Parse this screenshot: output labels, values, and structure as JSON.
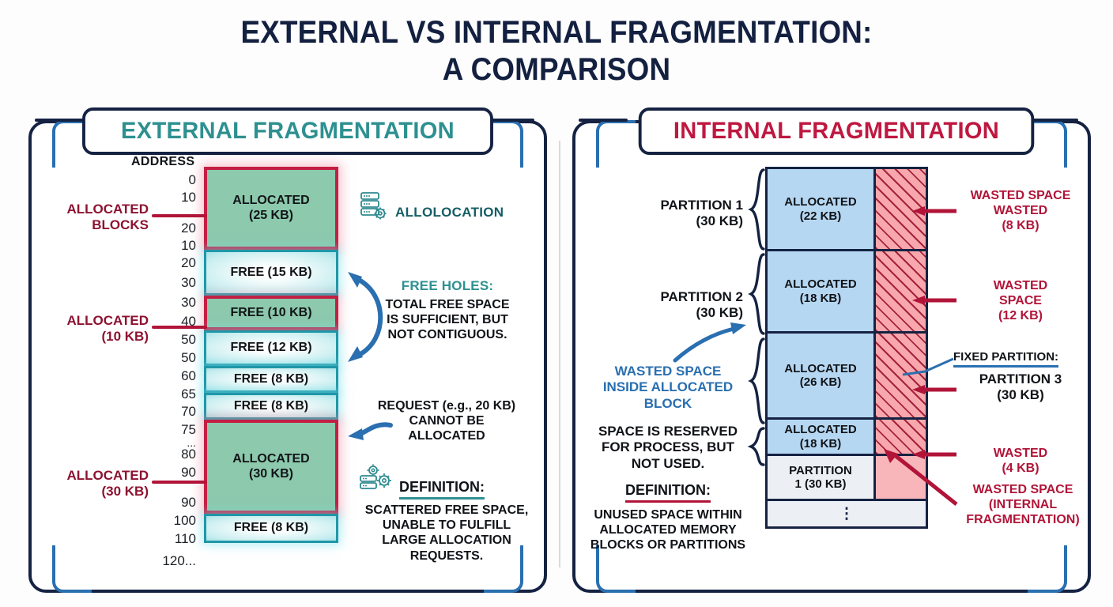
{
  "title": {
    "line1": "EXTERNAL VS INTERNAL FRAGMENTATION:",
    "line2": "A COMPARISON"
  },
  "colors": {
    "navy": "#152242",
    "teal": "#2e9090",
    "crimson": "#bf1840",
    "dark_red": "#8d1230",
    "blue": "#2a6fb0",
    "alloc_green": "#8cc9ad",
    "free_cyan": "#a9e3e8",
    "alloc_blue": "#b6d7f2",
    "wasted_pink": "#f8a8ad"
  },
  "left_panel": {
    "header": "EXTERNAL FRAGMENTATION",
    "address_header": "ADDRESS",
    "addresses": [
      "0",
      "10",
      "20",
      "10",
      "20",
      "30",
      "30",
      "40",
      "50",
      "50",
      "60",
      "65",
      "70",
      "75",
      "...",
      "80",
      "90",
      "90",
      "100",
      "110",
      "120..."
    ],
    "blocks": [
      {
        "label_line1": "ALLOCATED",
        "label_line2": "(25 KB)",
        "kind": "allocated"
      },
      {
        "label_line1": "FREE (15 KB)",
        "label_line2": "",
        "kind": "free"
      },
      {
        "label_line1": "FREE (10 KB)",
        "label_line2": "",
        "kind": "allocated-small"
      },
      {
        "label_line1": "FREE (12 KB)",
        "label_line2": "",
        "kind": "free"
      },
      {
        "label_line1": "FREE (8 KB)",
        "label_line2": "",
        "kind": "free"
      },
      {
        "label_line1": "FREE (8 KB)",
        "label_line2": "",
        "kind": "free"
      },
      {
        "label_line1": "ALLOCATED",
        "label_line2": "(30 KB)",
        "kind": "allocated"
      },
      {
        "label_line1": "FREE (8 KB)",
        "label_line2": "",
        "kind": "free"
      }
    ],
    "callouts": {
      "allocated_blocks_l1": "ALLOCATED",
      "allocated_blocks_l2": "BLOCKS",
      "allocated_10_l1": "ALLOCATED",
      "allocated_10_l2": "(10 KB)",
      "allocated_30_l1": "ALLOCATED",
      "allocated_30_l2": "(30 KB)"
    },
    "allocation_label": "ALLOLOCATION",
    "free_holes": {
      "heading": "FREE HOLES:",
      "body_l1": "TOTAL FREE SPACE",
      "body_l2": "IS SUFFICIENT, BUT",
      "body_l3": "NOT CONTIGUOUS."
    },
    "request_note": {
      "l1": "REQUEST (e.g., 20 KB)",
      "l2": "CANNOT BE",
      "l3": "ALLOCATED"
    },
    "definition": {
      "heading": "DEFINITION:",
      "body_l1": "SCATTERED FREE SPACE,",
      "body_l2": "UNABLE TO FULFILL",
      "body_l3": "LARGE ALLOCATION",
      "body_l4": "REQUESTS."
    }
  },
  "right_panel": {
    "header": "INTERNAL FRAGMENTATION",
    "partitions": [
      {
        "name_l1": "PARTITION 1",
        "name_l2": "(30 KB)",
        "alloc_l1": "ALLOCATED",
        "alloc_l2": "(22 KB)"
      },
      {
        "name_l1": "PARTITION 2",
        "name_l2": "(30 KB)",
        "alloc_l1": "ALLOCATED",
        "alloc_l2": "(18 KB)"
      },
      {
        "name_l1": "",
        "name_l2": "",
        "alloc_l1": "ALLOCATED",
        "alloc_l2": "(26 KB)"
      },
      {
        "name_l1": "",
        "name_l2": "",
        "alloc_l1": "ALLOCATED",
        "alloc_l2": "(18 KB)"
      }
    ],
    "bottom_row": {
      "l1": "PARTITION",
      "l2": "1 (30 KB)"
    },
    "ellipsis": "⋮",
    "right_labels": {
      "wasted_8_l1": "WASTED SPACE",
      "wasted_8_l2": "WASTED",
      "wasted_8_l3": "(8 KB)",
      "wasted_12_l1": "WASTED",
      "wasted_12_l2": "SPACE",
      "wasted_12_l3": "(12 KB)",
      "fixed_partition_heading": "FIXED PARTITION:",
      "partition3_l1": "PARTITION 3",
      "partition3_l2": "(30 KB)",
      "wasted_4_l1": "WASTED",
      "wasted_4_l2": "(4 KB)",
      "wasted_internal_l1": "WASTED SPACE",
      "wasted_internal_l2": "(INTERNAL",
      "wasted_internal_l3": "FRAGMENTATION)"
    },
    "blue_note": {
      "l1": "WASTED SPACE",
      "l2": "INSIDE ALLOCATED",
      "l3": "BLOCK"
    },
    "reserved_note": {
      "l1": "SPACE IS RESERVED",
      "l2": "FOR PROCESS, BUT",
      "l3": "NOT USED."
    },
    "definition": {
      "heading": "DEFINITION:",
      "body_l1": "UNUSED SPACE WITHIN",
      "body_l2": "ALLOCATED MEMORY",
      "body_l3": "BLOCKS OR PARTITIONS"
    }
  }
}
